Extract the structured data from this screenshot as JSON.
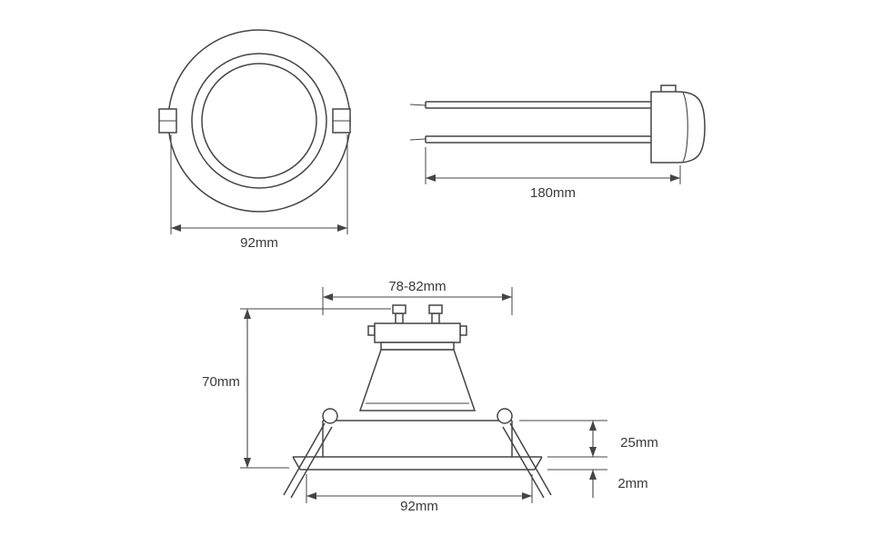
{
  "diagram": {
    "front_view": {
      "diameter_label": "92mm"
    },
    "cable_view": {
      "length_label": "180mm"
    },
    "section_view": {
      "cutout_width_label": "78-82mm",
      "overall_height_label": "70mm",
      "recess_depth_label": "25mm",
      "trim_thickness_label": "2mm",
      "trim_diameter_label": "92mm"
    },
    "colors": {
      "background": "#ffffff",
      "line": "#454545",
      "text": "#3a3a3a"
    }
  }
}
